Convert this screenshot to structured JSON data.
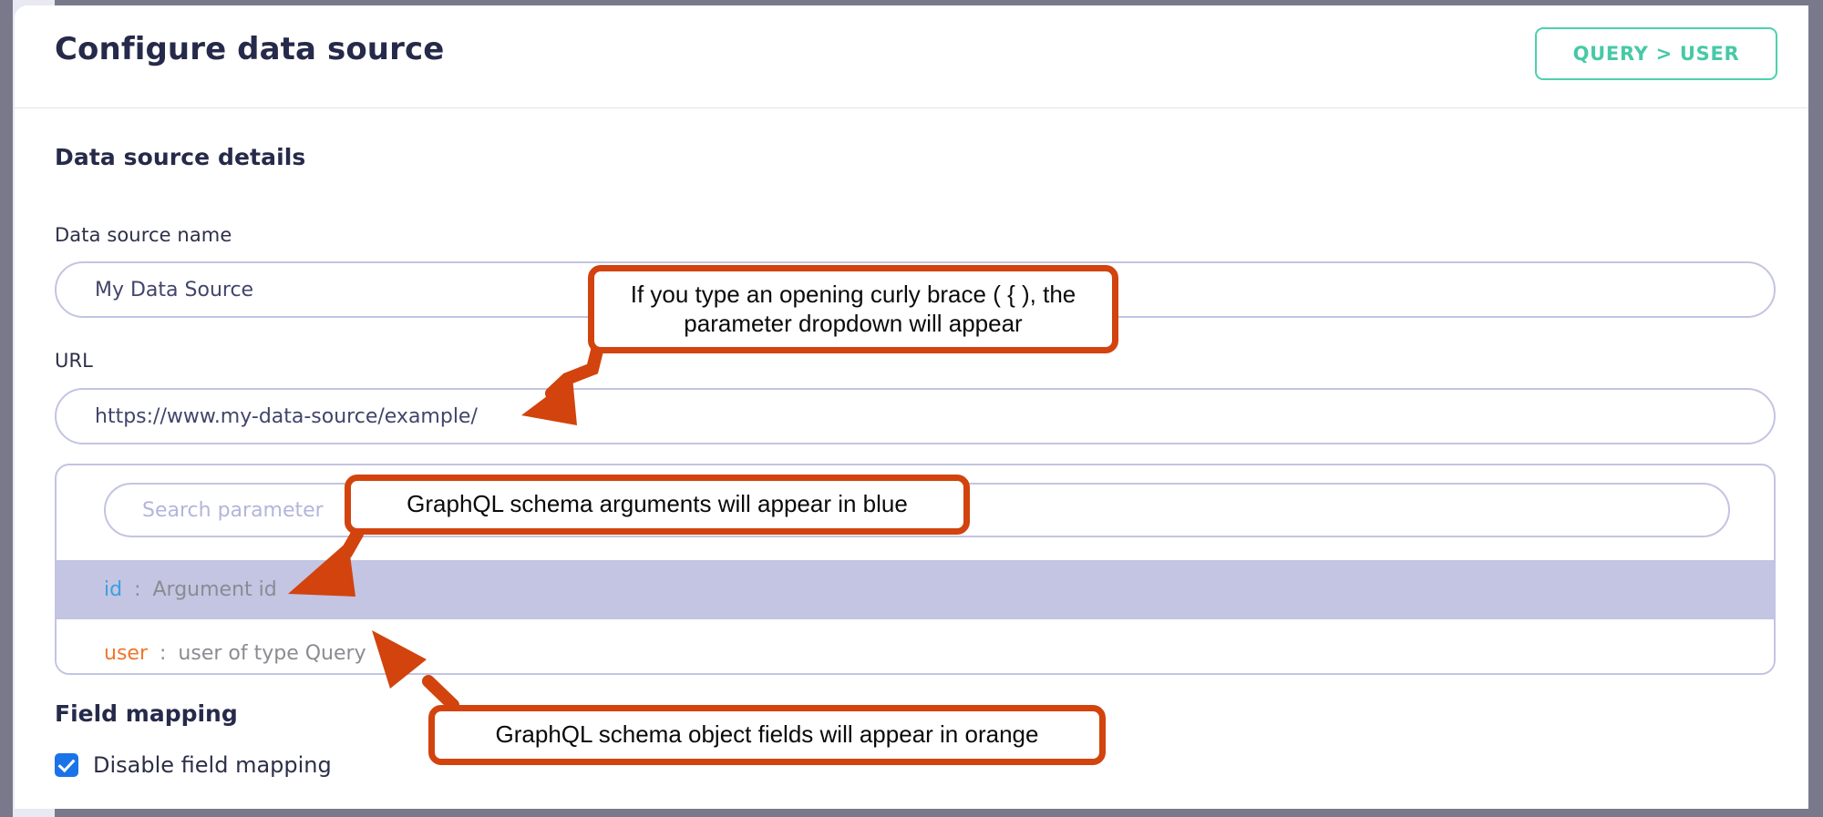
{
  "header": {
    "title": "Configure data source",
    "query_button_label": "QUERY > USER"
  },
  "section": {
    "details_title": "Data source details"
  },
  "fields": {
    "name_label": "Data source name",
    "name_value": "My Data Source",
    "url_label": "URL",
    "url_value": "https://www.my-data-source/example/"
  },
  "parameter_dropdown": {
    "search_placeholder": "Search parameter",
    "items": [
      {
        "key": "id",
        "separator": ":",
        "description": "Argument id",
        "color": "blue",
        "highlighted": true
      },
      {
        "key": "user",
        "separator": ":",
        "description": "user of type Query",
        "color": "orange",
        "highlighted": false
      }
    ]
  },
  "field_mapping": {
    "title": "Field mapping",
    "disable_checkbox_label": "Disable field mapping",
    "disable_checked": true
  },
  "annotations": [
    {
      "id": "curly-brace",
      "text": "If you type an opening curly brace ( { ), the parameter dropdown will appear"
    },
    {
      "id": "arguments-blue",
      "text": "GraphQL schema arguments will appear in blue"
    },
    {
      "id": "object-fields-orange",
      "text": "GraphQL schema object fields will appear in orange"
    }
  ],
  "colors": {
    "accent_teal": "#46c9a6",
    "input_border_lavender": "#c3c4e2",
    "row_highlight": "#c3c5e3",
    "argument_blue": "#3d9ee0",
    "object_field_orange": "#f2752c",
    "checkbox_blue": "#1a73e8",
    "annotation_orange": "#d2430e",
    "title_navy": "#262a4a",
    "window_chrome": "#787a8c"
  }
}
